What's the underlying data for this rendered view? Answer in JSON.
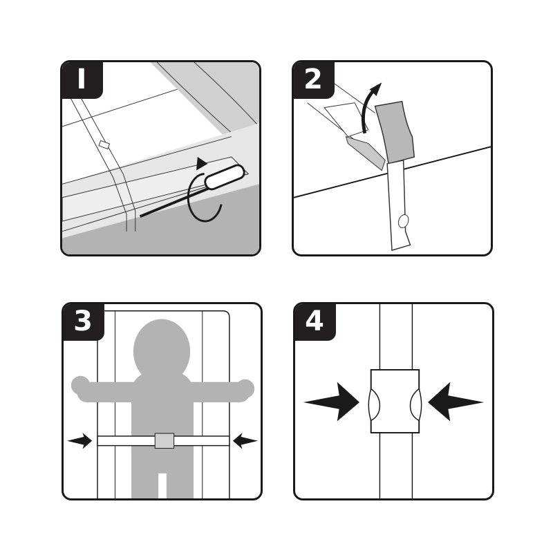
{
  "diagram": {
    "type": "instruction-steps",
    "colors": {
      "outline": "#1a1a1a",
      "badge": "#231f20",
      "fill_gray": "#b3b3b3",
      "light_gray": "#d9d9d9",
      "background": "#ffffff"
    },
    "steps": [
      {
        "number": "1",
        "label": "I",
        "depicts": "screwdriver loosening screw on strap at edge of seat cushion, circular rotation arrow"
      },
      {
        "number": "2",
        "label": "2",
        "depicts": "strap buckle flap lifted upward with curved arrow, strap hanging over edge with screw"
      },
      {
        "number": "3",
        "label": "3",
        "depicts": "child silhouette with arms outstretched behind gate panel, horizontal strap with buckle, inward arrows"
      },
      {
        "number": "4",
        "label": "4",
        "depicts": "close-up of buckle on vertical strap with arrows pressing both side release tabs"
      }
    ]
  }
}
